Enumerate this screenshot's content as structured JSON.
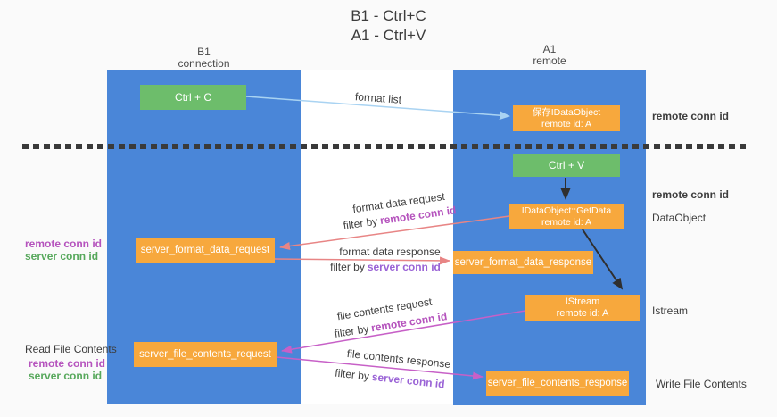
{
  "title": {
    "line1": "B1 - Ctrl+C",
    "line2": "A1 - Ctrl+V"
  },
  "lanes": {
    "left": {
      "name": "B1",
      "role": "connection"
    },
    "right": {
      "name": "A1",
      "role": "remote"
    }
  },
  "nodes": {
    "ctrl_c": {
      "label": "Ctrl + C"
    },
    "save_idataobject": {
      "line1": "保存IDataObject",
      "line2": "remote id: A"
    },
    "ctrl_v": {
      "label": "Ctrl + V"
    },
    "idataobject_getdata": {
      "line1": "IDataObject::GetData",
      "line2": "remote id: A"
    },
    "server_format_data_request": {
      "label": "server_format_data_request"
    },
    "server_format_data_response": {
      "label": "server_format_data_response"
    },
    "istream": {
      "line1": "IStream",
      "line2": "remote id: A"
    },
    "server_file_contents_request": {
      "label": "server_file_contents_request"
    },
    "server_file_contents_response": {
      "label": "server_file_contents_response"
    }
  },
  "annotations": {
    "format_list": "format list",
    "format_data_request": "format data request",
    "format_data_response": "format data response",
    "file_contents_request": "file contents request",
    "file_contents_response": "file contents response",
    "filter_by": "filter by",
    "remote_conn_id": "remote conn id",
    "server_conn_id": "server conn id"
  },
  "side_labels": {
    "left_top": {
      "remote": "remote conn id",
      "server": "server conn id"
    },
    "read_file_contents": "Read File Contents",
    "left_bottom": {
      "remote": "remote conn id",
      "server": "server conn id"
    },
    "right_top_remote": "remote conn id",
    "right_mid_remote": "remote conn id",
    "dataobject": "DataObject",
    "istream": "Istream",
    "write_file_contents": "Write File Contents"
  },
  "colors": {
    "lane_blue": "#4a86d8",
    "node_green": "#6dbd6b",
    "node_orange": "#f7a83d",
    "arrow_light_blue": "#a9d3f2",
    "arrow_salmon": "#e88585",
    "arrow_orchid": "#c760c7",
    "arrow_black": "#2f2f2f",
    "divider_dark": "#3a3a3a",
    "text_magenta": "#b553bd",
    "text_purple": "#9a63d6",
    "text_green": "#57a85c"
  }
}
